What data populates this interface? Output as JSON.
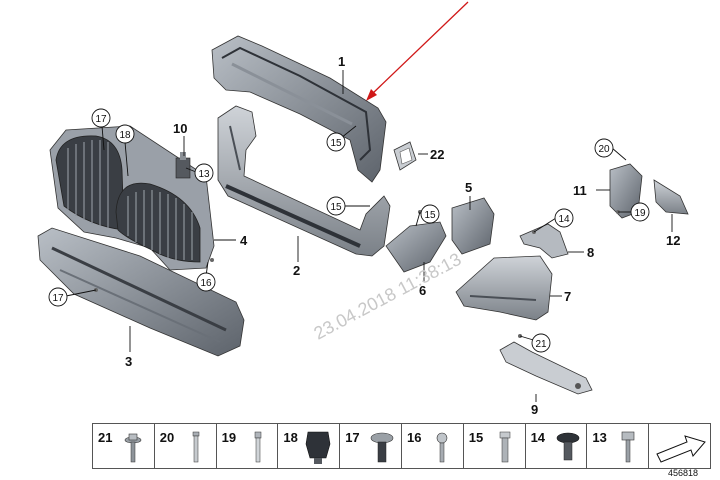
{
  "diagram": {
    "callouts": [
      "1",
      "2",
      "3",
      "4",
      "5",
      "6",
      "7",
      "8",
      "9",
      "10",
      "11",
      "12"
    ],
    "circled": [
      "17",
      "18",
      "13",
      "15",
      "15",
      "15",
      "16",
      "17",
      "14",
      "20",
      "19",
      "21"
    ],
    "label_22": "22",
    "watermark": "23.04.2018 11:38:13",
    "image_id": "456818"
  },
  "legend": {
    "items": [
      "21",
      "20",
      "19",
      "18",
      "17",
      "16",
      "15",
      "14",
      "13"
    ]
  }
}
